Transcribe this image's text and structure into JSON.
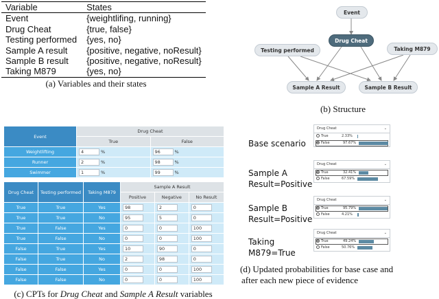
{
  "panel_a": {
    "headers": [
      "Variable",
      "States"
    ],
    "rows": [
      [
        "Event",
        "{weightlifing, running}"
      ],
      [
        "Drug Cheat",
        "{true, false}"
      ],
      [
        "Testing performed",
        "{yes, no}"
      ],
      [
        "Sample A result",
        "{positive, negative, noResult}"
      ],
      [
        "Sample B result",
        "{positive, negative, noResult}"
      ],
      [
        "Taking M879",
        "{yes, no}"
      ]
    ],
    "caption": "(a)  Variables and their states"
  },
  "panel_b": {
    "nodes": {
      "event": "Event",
      "drug_cheat": "Drug Cheat",
      "testing": "Testing performed",
      "taking": "Taking M879",
      "sample_a": "Sample A Result",
      "sample_b": "Sample B Result"
    },
    "caption": "(b)  Structure"
  },
  "panel_c": {
    "table1": {
      "corner": "Event",
      "group": "Drug Cheat",
      "cols": [
        "True",
        "False"
      ],
      "rows": [
        {
          "label": "Weightlifting",
          "values": [
            "4",
            "96"
          ]
        },
        {
          "label": "Runner",
          "values": [
            "2",
            "98"
          ]
        },
        {
          "label": "Swimmer",
          "values": [
            "1",
            "99"
          ]
        }
      ],
      "pct": "%"
    },
    "table2": {
      "heads": [
        "Drug Cheat",
        "Testing performed",
        "Taking M879"
      ],
      "group": "Sample A Result",
      "cols": [
        "Positive",
        "Negative",
        "No Result"
      ],
      "rows": [
        {
          "c": [
            "True",
            "True",
            "Yes"
          ],
          "v": [
            "98",
            "2",
            "0"
          ]
        },
        {
          "c": [
            "True",
            "True",
            "No"
          ],
          "v": [
            "95",
            "5",
            "0"
          ]
        },
        {
          "c": [
            "True",
            "False",
            "Yes"
          ],
          "v": [
            "0",
            "0",
            "100"
          ]
        },
        {
          "c": [
            "True",
            "False",
            "No"
          ],
          "v": [
            "0",
            "0",
            "100"
          ]
        },
        {
          "c": [
            "False",
            "True",
            "Yes"
          ],
          "v": [
            "10",
            "90",
            "0"
          ]
        },
        {
          "c": [
            "False",
            "True",
            "No"
          ],
          "v": [
            "2",
            "98",
            "0"
          ]
        },
        {
          "c": [
            "False",
            "False",
            "Yes"
          ],
          "v": [
            "0",
            "0",
            "100"
          ]
        },
        {
          "c": [
            "False",
            "False",
            "No"
          ],
          "v": [
            "0",
            "0",
            "100"
          ]
        }
      ]
    },
    "caption_prefix": "(c)  CPTs for ",
    "caption_var1": "Drug Cheat",
    "caption_mid": " and ",
    "caption_var2": "Sample A Result",
    "caption_suffix": " variables"
  },
  "panel_d": {
    "scenarios": [
      {
        "label_lines": [
          "Base scenario"
        ],
        "monitor_title": "Drug Cheat",
        "true_pct": "2.33%",
        "false_pct": "97.67%",
        "true_frac": 0.0233,
        "false_frac": 0.9767,
        "selected": "false"
      },
      {
        "label_lines": [
          "Sample A",
          "Result=Positive"
        ],
        "monitor_title": "Drug Cheat",
        "true_pct": "32.41%",
        "false_pct": "67.59%",
        "true_frac": 0.3241,
        "false_frac": 0.6759,
        "selected": "true"
      },
      {
        "label_lines": [
          "Sample B",
          "Result=Positive"
        ],
        "monitor_title": "Drug Cheat",
        "true_pct": "95.79%",
        "false_pct": "4.21%",
        "true_frac": 0.9579,
        "false_frac": 0.0421,
        "selected": "true"
      },
      {
        "label_lines": [
          "Taking",
          "M879=True"
        ],
        "monitor_title": "Drug Cheat",
        "true_pct": "49.24%",
        "false_pct": "50.76%",
        "true_frac": 0.4924,
        "false_frac": 0.5076,
        "selected": "true"
      }
    ],
    "state_true": "True",
    "state_false": "False",
    "caption_line1": "(d)  Updated probabilities for base case and",
    "caption_line2": "after each new piece of evidence"
  },
  "colors": {
    "header_dark": "#3b8bc4",
    "row_label": "#45a7e0",
    "cell_bg": "#cfeaf8",
    "node_dark": "#4e6b7c",
    "bar": "#5c8aa3"
  }
}
